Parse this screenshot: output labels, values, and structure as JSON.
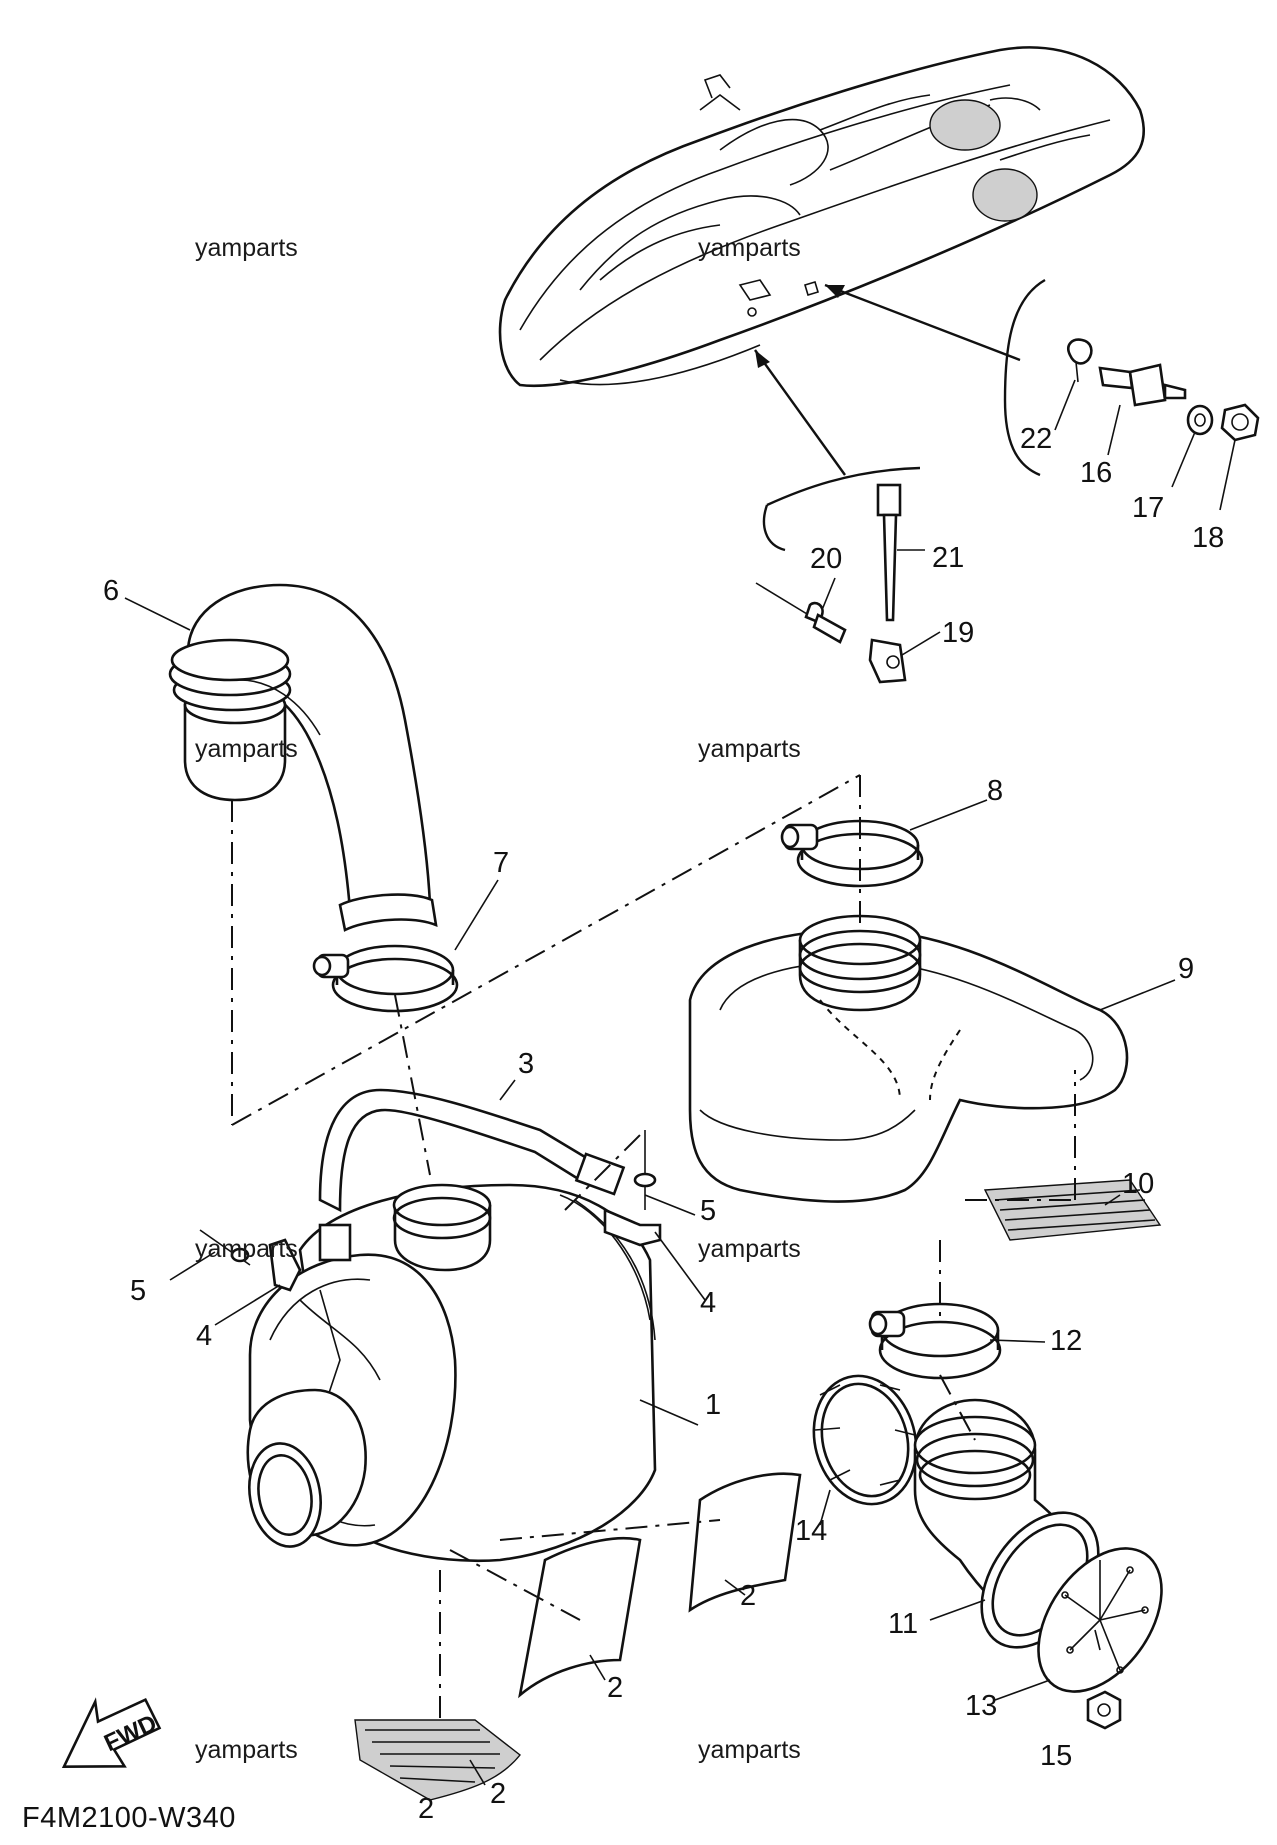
{
  "diagram": {
    "code": "F4M2100-W340",
    "watermark": "yamparts",
    "fwd_label": "FWD",
    "part_labels": [
      "1",
      "2",
      "2",
      "2",
      "2",
      "3",
      "4",
      "4",
      "5",
      "5",
      "6",
      "7",
      "8",
      "9",
      "10",
      "11",
      "12",
      "13",
      "14",
      "15",
      "16",
      "17",
      "18",
      "19",
      "20",
      "21",
      "22"
    ]
  }
}
